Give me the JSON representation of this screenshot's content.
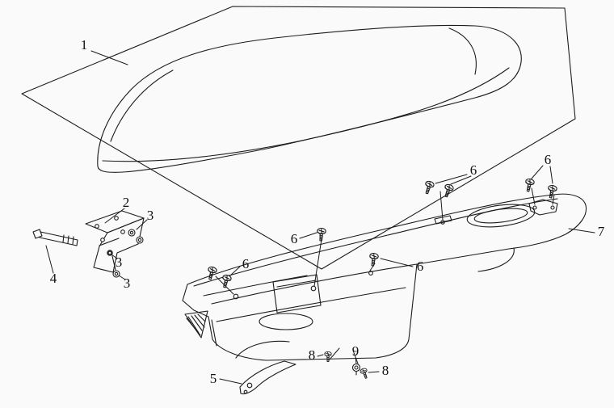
{
  "diagram": {
    "background_color": "#fafafa",
    "line_color": "#1c1c1c",
    "label_color": "#111111",
    "callouts": [
      {
        "label": "1",
        "part": "seat"
      },
      {
        "label": "2",
        "part": "seat-hinge-bracket"
      },
      {
        "label": "3",
        "part": "nut"
      },
      {
        "label": "3",
        "part": "washer"
      },
      {
        "label": "3",
        "part": "nut"
      },
      {
        "label": "4",
        "part": "hinge-bolt"
      },
      {
        "label": "6",
        "part": "screw"
      },
      {
        "label": "6",
        "part": "screw"
      },
      {
        "label": "6",
        "part": "screw"
      },
      {
        "label": "6",
        "part": "screw"
      },
      {
        "label": "6",
        "part": "screw"
      },
      {
        "label": "7",
        "part": "under-seat-body"
      },
      {
        "label": "5",
        "part": "lower-bracket"
      },
      {
        "label": "8",
        "part": "screw"
      },
      {
        "label": "9",
        "part": "spacer"
      },
      {
        "label": "8",
        "part": "screw"
      }
    ]
  }
}
